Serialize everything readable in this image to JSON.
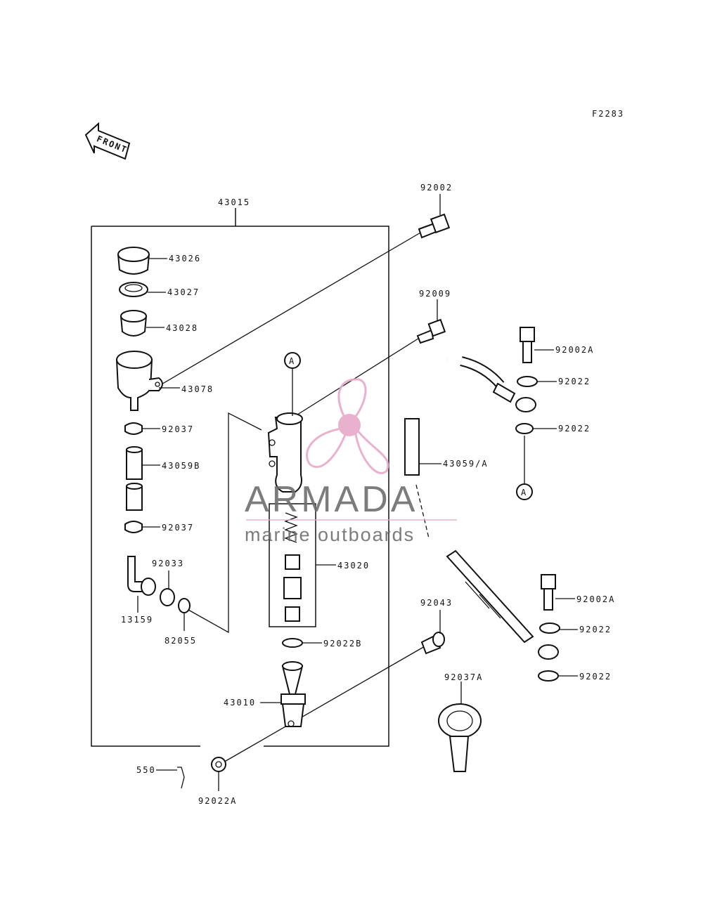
{
  "figure_code": "F2283",
  "front_label": "FRONT",
  "ref_marker": "A",
  "watermark": {
    "brand": "ARMADA",
    "tagline": "marine outboards",
    "color_gray": "#6e6e6e",
    "color_pink": "#e7a9c8"
  },
  "parts": [
    {
      "id": "p43015",
      "number": "43015"
    },
    {
      "id": "p92002",
      "number": "92002"
    },
    {
      "id": "p43026",
      "number": "43026"
    },
    {
      "id": "p43027",
      "number": "43027"
    },
    {
      "id": "p43028",
      "number": "43028"
    },
    {
      "id": "p92009",
      "number": "92009"
    },
    {
      "id": "p43078",
      "number": "43078"
    },
    {
      "id": "p92037a",
      "number": "92037"
    },
    {
      "id": "p43059b",
      "number": "43059B"
    },
    {
      "id": "p92037b",
      "number": "92037"
    },
    {
      "id": "p92033",
      "number": "92033"
    },
    {
      "id": "p13159",
      "number": "13159"
    },
    {
      "id": "p82055",
      "number": "82055"
    },
    {
      "id": "p43020",
      "number": "43020"
    },
    {
      "id": "p92022b",
      "number": "92022B"
    },
    {
      "id": "p43010",
      "number": "43010"
    },
    {
      "id": "p550",
      "number": "550"
    },
    {
      "id": "p92022a",
      "number": "92022A"
    },
    {
      "id": "p92043",
      "number": "92043"
    },
    {
      "id": "p92037a2",
      "number": "92037A"
    },
    {
      "id": "p92002a1",
      "number": "92002A"
    },
    {
      "id": "p92022_1",
      "number": "92022"
    },
    {
      "id": "p92022_2",
      "number": "92022"
    },
    {
      "id": "p43059a",
      "number": "43059/A"
    },
    {
      "id": "p92002a2",
      "number": "92002A"
    },
    {
      "id": "p92022_3",
      "number": "92022"
    },
    {
      "id": "p92022_4",
      "number": "92022"
    }
  ]
}
